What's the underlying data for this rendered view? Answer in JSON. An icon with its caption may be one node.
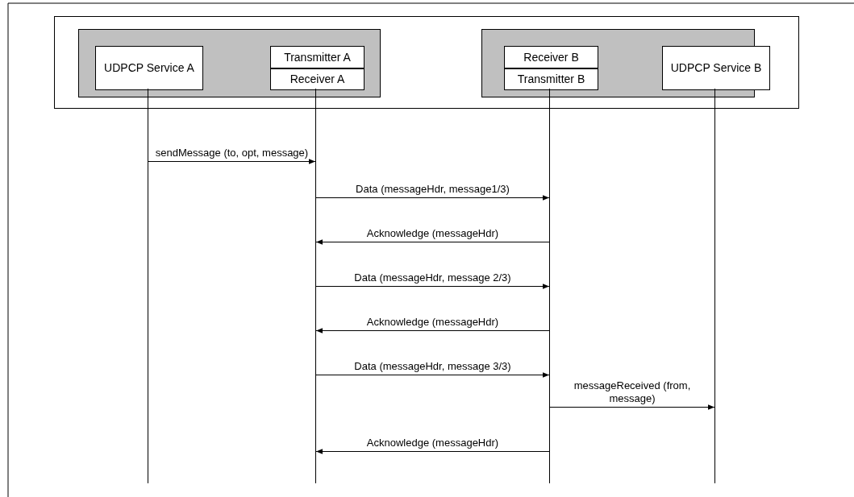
{
  "diagram": {
    "nodes": [
      {
        "text": [],
        "shape": "box"
      },
      {
        "text": [],
        "shape": "box",
        "in": 0
      },
      {
        "text": [
          "UDPCP Service A"
        ],
        "in": 1
      },
      {
        "text": [
          "Transmitter A"
        ],
        "in": 1
      },
      {
        "text": [
          "Receiver A"
        ],
        "in": 1
      },
      {
        "text": [],
        "shape": "box",
        "in": 0
      },
      {
        "text": [
          "Receiver B"
        ],
        "in": 5
      },
      {
        "text": [
          "Transmitter B"
        ],
        "in": 5
      },
      {
        "text": [
          "UDPCP Service B"
        ],
        "in": 5
      },
      {
        "text": [],
        "shape": "bar"
      },
      {
        "text": [],
        "shape": "bar"
      },
      {
        "text": [],
        "shape": "bar"
      },
      {
        "text": [],
        "shape": "bar"
      }
    ],
    "edges": [
      {
        "from": 9,
        "to": 10,
        "arrow": "to",
        "label": "sendMessage (to, opt, message)"
      },
      {
        "from": 10,
        "to": 11,
        "arrow": "to",
        "label": "Data (messageHdr, message1/3)"
      },
      {
        "from": 11,
        "to": 10,
        "arrow": "to",
        "label": "Acknowledge (messageHdr)"
      },
      {
        "from": 10,
        "to": 11,
        "arrow": "to",
        "label": "Data (messageHdr, message 2/3)"
      },
      {
        "from": 11,
        "to": 10,
        "arrow": "to",
        "label": "Acknowledge (messageHdr)"
      },
      {
        "from": 10,
        "to": 11,
        "arrow": "to",
        "label": "Data (messageHdr, message 3/3)"
      },
      {
        "from": 11,
        "to": 12,
        "arrow": "to",
        "label": "messageReceived (from, message)"
      },
      {
        "from": 11,
        "to": 10,
        "arrow": "to",
        "label": "Acknowledge (messageHdr)"
      }
    ]
  }
}
